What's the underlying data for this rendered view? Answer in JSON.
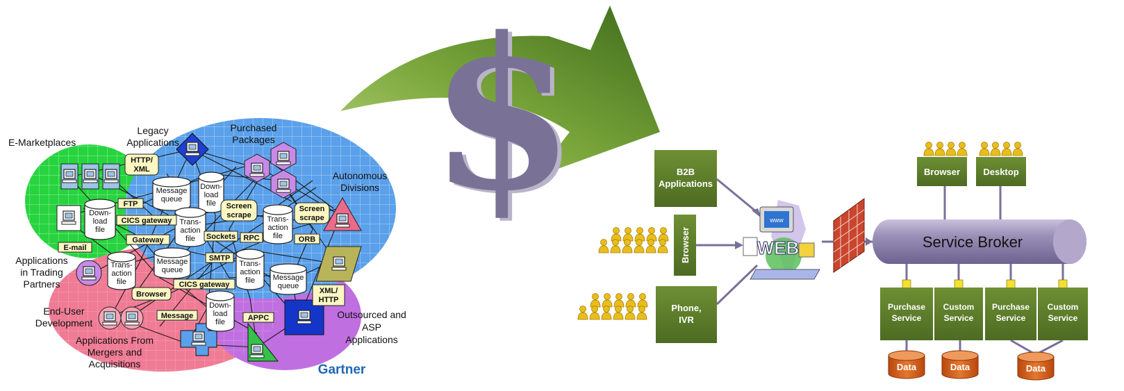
{
  "left": {
    "regions": {
      "emarket": "E-Marketplaces",
      "legacy": "Legacy Applications",
      "purchased": "Purchased Packages",
      "autonomous": "Autonomous Divisions",
      "trading": "Applications in Trading Partners",
      "enduser": "End-User Development",
      "mergers": "Applications From Mergers and Acquisitions",
      "outsourced": "Outsourced and ASP Applications"
    },
    "tags": {
      "http_xml": "HTTP/ XML",
      "ftp": "FTP",
      "cics1": "CICS gateway",
      "gateway": "Gateway",
      "email": "E-mail",
      "sockets": "Sockets",
      "rpc": "RPC",
      "orb": "ORB",
      "smtp": "SMTP",
      "cics2": "CICS gateway",
      "browser": "Browser",
      "message": "Message",
      "appc": "APPC",
      "xml_http": "XML/ HTTP",
      "screen1": "Screen scrape",
      "screen2": "Screen scrape"
    },
    "cylinders": {
      "download1": "Down- load file",
      "msgq1": "Message queue",
      "download2": "Down- load file",
      "trans1": "Trans- action file",
      "trans2": "Trans- action file",
      "trans3": "Trans- action file",
      "msgq2": "Message queue",
      "trans4": "Trans- action file",
      "msgq3": "Message queue",
      "download3": "Down- load file"
    },
    "brand": "Gartner"
  },
  "center": {
    "symbol": "$"
  },
  "right": {
    "b2b": "B2B Applications",
    "browser_vertical": "Browser",
    "phone": "Phone, IVR",
    "web": "WEB",
    "www": "www",
    "top_browser": "Browser",
    "top_desktop": "Desktop",
    "broker": "Service Broker",
    "services": [
      "Purchase Service",
      "Custom Service",
      "Purchase Service",
      "Custom Service"
    ],
    "data": [
      "Data",
      "Data",
      "Data"
    ]
  },
  "colors": {
    "green_box": "#5f7f2c",
    "broker": "#8a7fa8",
    "arrow": "#6f9a35",
    "dollar": "#7a7196",
    "data": "#d2601e",
    "people": "#e9be1c"
  }
}
